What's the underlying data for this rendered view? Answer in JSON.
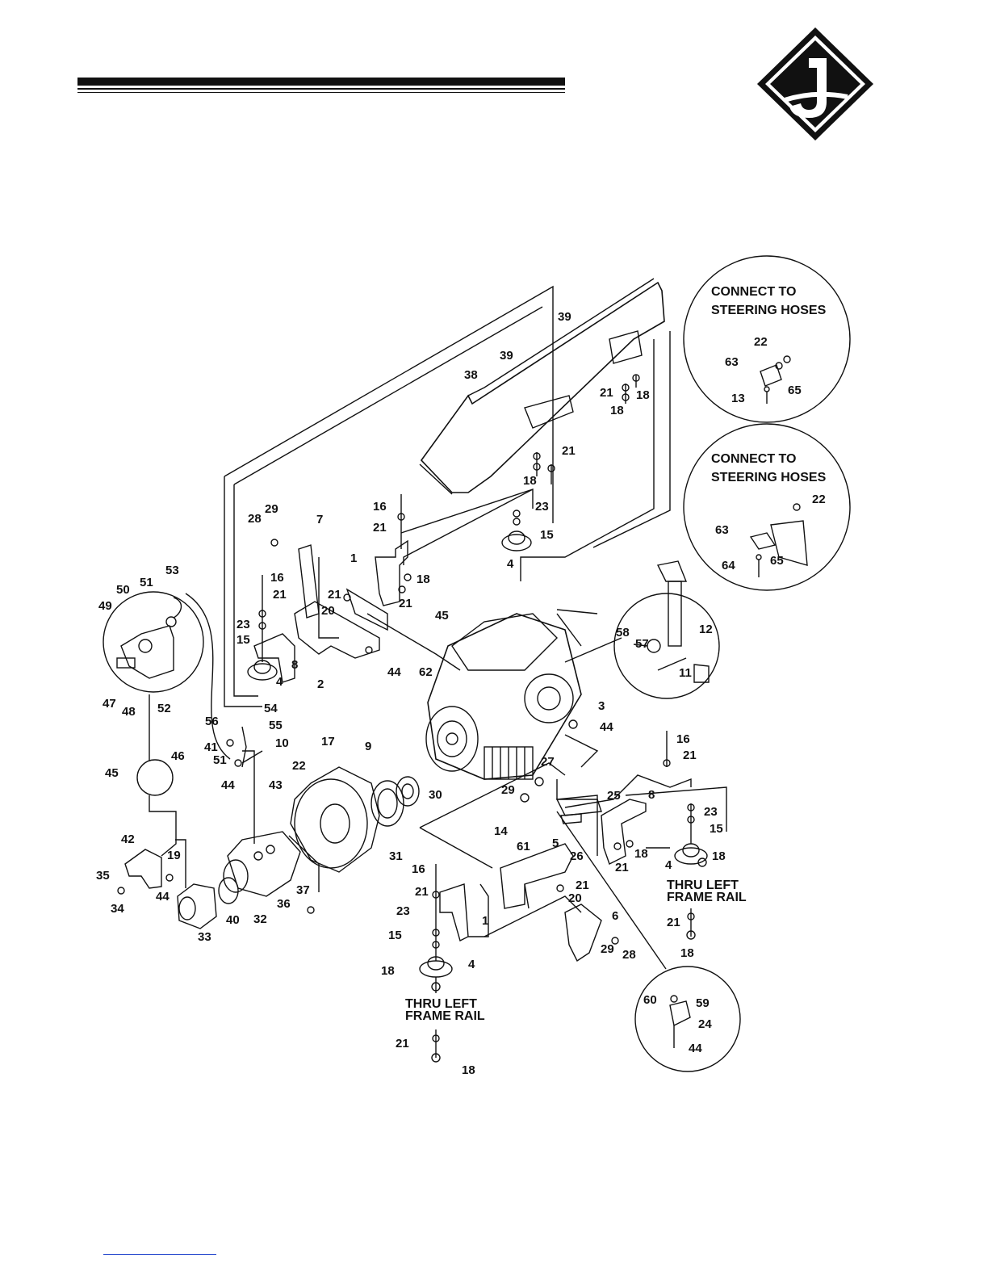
{
  "callouts": {
    "c1a": "1",
    "c1b": "1",
    "c2": "2",
    "c3": "3",
    "c4a": "4",
    "c4b": "4",
    "c4c": "4",
    "c4d": "4",
    "c5": "5",
    "c6": "6",
    "c7": "7",
    "c8a": "8",
    "c8b": "8",
    "c9": "9",
    "c10": "10",
    "c11": "11",
    "c12": "12",
    "c13": "13",
    "c14": "14",
    "c15a": "15",
    "c15b": "15",
    "c15c": "15",
    "c15d": "15",
    "c16a": "16",
    "c16b": "16",
    "c16c": "16",
    "c16d": "16",
    "c17": "17",
    "c18a": "18",
    "c18b": "18",
    "c18c": "18",
    "c18d": "18",
    "c18e": "18",
    "c18f": "18",
    "c18g": "18",
    "c18h": "18",
    "c18i": "18",
    "c19": "19",
    "c20a": "20",
    "c20b": "20",
    "c21a": "21",
    "c21b": "21",
    "c21c": "21",
    "c21d": "21",
    "c21e": "21",
    "c21f": "21",
    "c21g": "21",
    "c21h": "21",
    "c21i": "21",
    "c21j": "21",
    "c21k": "21",
    "c21l": "21",
    "c22a": "22",
    "c22b": "22",
    "c22c": "22",
    "c23a": "23",
    "c23b": "23",
    "c23c": "23",
    "c23d": "23",
    "c24": "24",
    "c25": "25",
    "c26": "26",
    "c27": "27",
    "c28a": "28",
    "c28b": "28",
    "c29a": "29",
    "c29b": "29",
    "c29c": "29",
    "c30": "30",
    "c31": "31",
    "c32": "32",
    "c33": "33",
    "c34": "34",
    "c35": "35",
    "c36": "36",
    "c37": "37",
    "c38": "38",
    "c39a": "39",
    "c39b": "39",
    "c40": "40",
    "c41": "41",
    "c42": "42",
    "c43": "43",
    "c44a": "44",
    "c44b": "44",
    "c44c": "44",
    "c44d": "44",
    "c44e": "44",
    "c45a": "45",
    "c45b": "45",
    "c46": "46",
    "c47": "47",
    "c48": "48",
    "c49": "49",
    "c50": "50",
    "c51a": "51",
    "c51b": "51",
    "c52": "52",
    "c53": "53",
    "c54": "54",
    "c55": "55",
    "c56": "56",
    "c57": "57",
    "c58": "58",
    "c59": "59",
    "c60": "60",
    "c61": "61",
    "c62": "62",
    "c63a": "63",
    "c63b": "63",
    "c64": "64",
    "c65a": "65",
    "c65b": "65"
  },
  "notes": {
    "steering1_line1": "CONNECT TO",
    "steering1_line2": "STEERING HOSES",
    "steering2_line1": "CONNECT TO",
    "steering2_line2": "STEERING HOSES",
    "rail_left_line1": "THRU LEFT",
    "rail_left_line2": "FRAME RAIL",
    "rail_right_line1": "THRU LEFT",
    "rail_right_line2": "FRAME RAIL"
  },
  "colors": {
    "ink": "#111111",
    "link": "#2244cc"
  }
}
